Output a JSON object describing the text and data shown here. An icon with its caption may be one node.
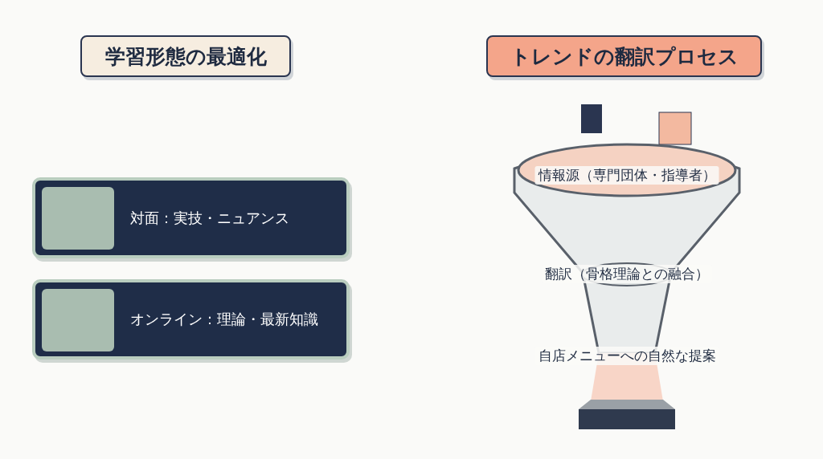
{
  "diagram": {
    "nodes": [
      {
        "text": [
          "学習形態の最適化"
        ]
      },
      {
        "text": [
          "対面：実技・ニュアンス"
        ]
      },
      {
        "text": [
          "オンライン：理論・最新知識"
        ]
      },
      {
        "text": [
          "トレンドの翻訳プロセス"
        ]
      }
    ],
    "labels": [
      "情報源（専門団体・指導者）",
      "翻訳（骨格理論との融合）",
      "自店メニューへの自然な提案"
    ]
  }
}
